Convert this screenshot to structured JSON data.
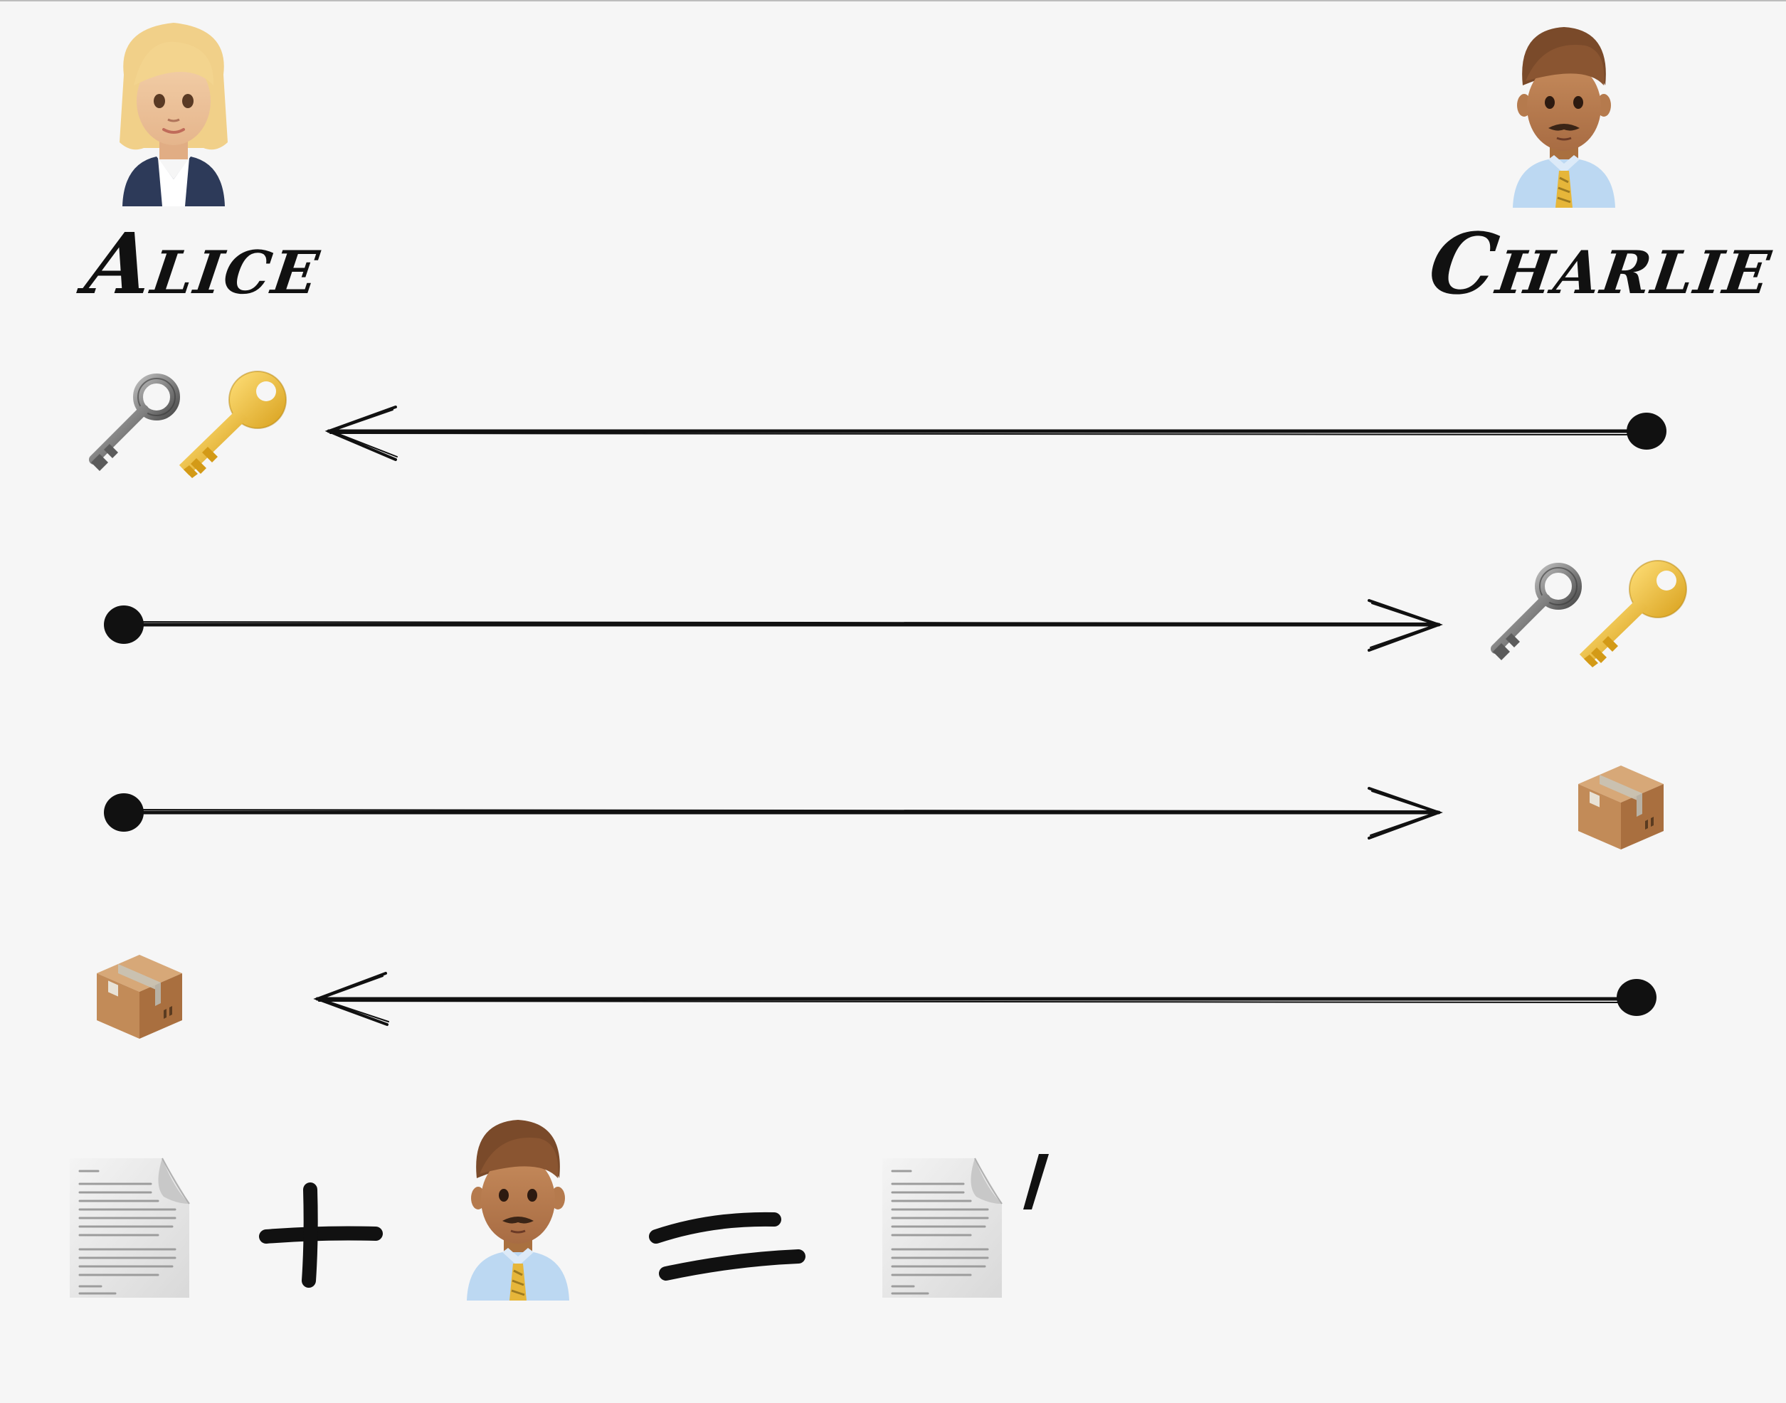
{
  "participants": {
    "alice": {
      "name": "Alice"
    },
    "charlie": {
      "name": "Charlie"
    }
  },
  "steps": [
    {
      "from": "charlie",
      "to": "alice",
      "items": [
        "old-key-icon",
        "key-icon"
      ]
    },
    {
      "from": "alice",
      "to": "charlie",
      "items": [
        "old-key-icon",
        "key-icon"
      ]
    },
    {
      "from": "alice",
      "to": "charlie",
      "items": [
        "package-icon"
      ]
    },
    {
      "from": "charlie",
      "to": "alice",
      "items": [
        "package-icon"
      ]
    }
  ],
  "equation": {
    "terms": [
      "document-icon",
      "plus",
      "man-office-worker-icon",
      "equals",
      "document-icon"
    ],
    "result_mark": "′"
  },
  "colors": {
    "background": "#f6f6f6",
    "ink": "#111111",
    "key_gold": "#e8b82a",
    "key_gray": "#6d6d6d",
    "box_brown": "#c89463"
  }
}
